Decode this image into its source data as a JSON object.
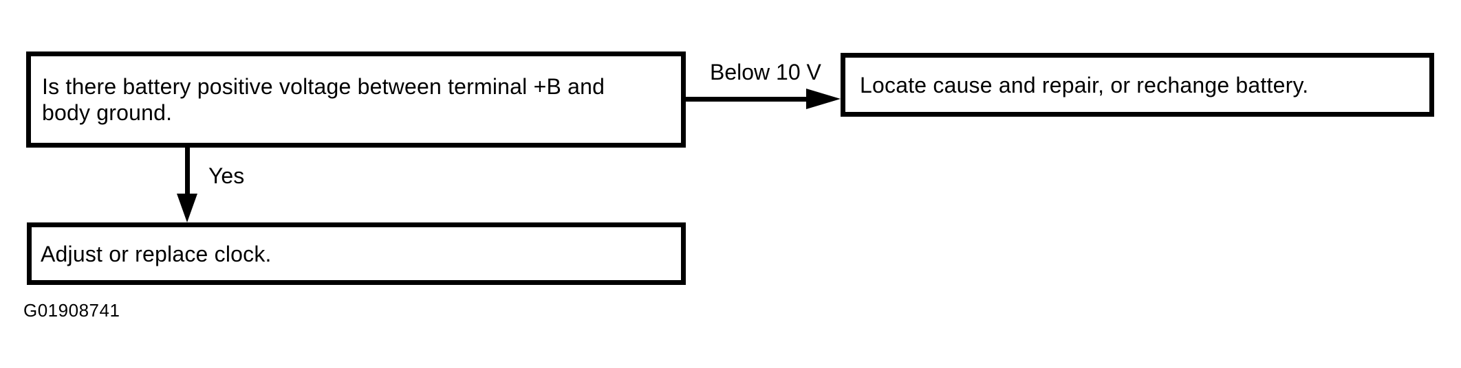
{
  "diagram": {
    "type": "troubleshooting-flowchart",
    "figure_id": "G01908741",
    "colors": {
      "ink": "#000000",
      "paper": "#ffffff"
    },
    "nodes": [
      {
        "id": "decision-battery-voltage",
        "role": "question",
        "lines": [
          "Is there battery positive voltage between terminal +B and",
          "body ground."
        ]
      },
      {
        "id": "action-repair-battery",
        "role": "action",
        "lines": [
          "Locate cause and repair, or rechange battery."
        ]
      },
      {
        "id": "action-adjust-clock",
        "role": "action",
        "lines": [
          "Adjust or replace clock."
        ]
      }
    ],
    "edges": [
      {
        "from": "decision-battery-voltage",
        "to": "action-repair-battery",
        "label": "Below 10 V",
        "direction": "right"
      },
      {
        "from": "decision-battery-voltage",
        "to": "action-adjust-clock",
        "label": "Yes",
        "direction": "down"
      }
    ]
  }
}
